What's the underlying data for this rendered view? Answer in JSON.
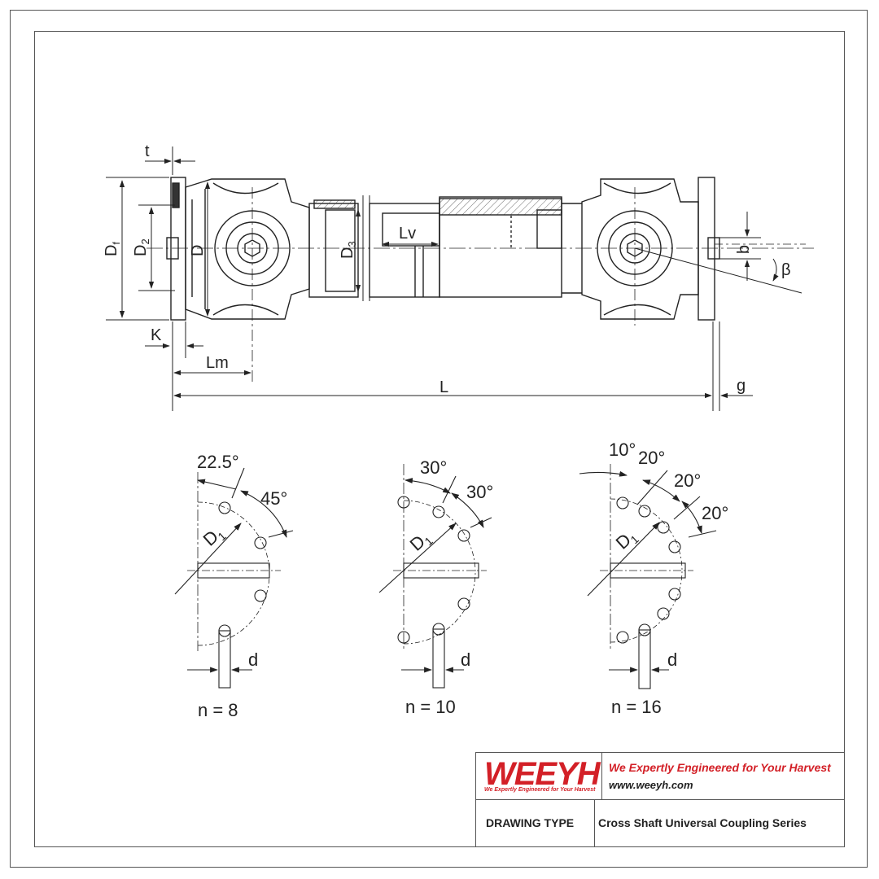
{
  "dimensions": {
    "t": "t",
    "Df": "D",
    "Df_sub": "f",
    "D2": "D",
    "D2_sub": "2",
    "D": "D",
    "D3": "D",
    "D3_sub": "3",
    "Lv": "Lv",
    "b": "b",
    "beta": "β",
    "K": "K",
    "Lm": "Lm",
    "L": "L",
    "g": "g"
  },
  "flange_patterns": [
    {
      "angle_a": "22.5°",
      "angle_b": "45°",
      "d1": "D",
      "d1_sub": "1",
      "d": "d",
      "count": "n = 8"
    },
    {
      "angle_a": "30°",
      "angle_b": "30°",
      "d1": "D",
      "d1_sub": "1",
      "d": "d",
      "count": "n = 10"
    },
    {
      "angle_a": "10°",
      "angle_b": "20°",
      "angle_c": "20°",
      "angle_d": "20°",
      "d1": "D",
      "d1_sub": "1",
      "d": "d",
      "count": "n = 16"
    }
  ],
  "title_block": {
    "logo": "WEEYH",
    "logo_tagline": "We Expertly Engineered for Your Harvest",
    "slogan": "We Expertly Engineered for Your Harvest",
    "website": "www.weeyh.com",
    "drawing_type_label": "DRAWING TYPE",
    "drawing_type_value": "Cross Shaft Universal Coupling Series"
  },
  "colors": {
    "brand_red": "#d32027",
    "line": "#222222"
  }
}
